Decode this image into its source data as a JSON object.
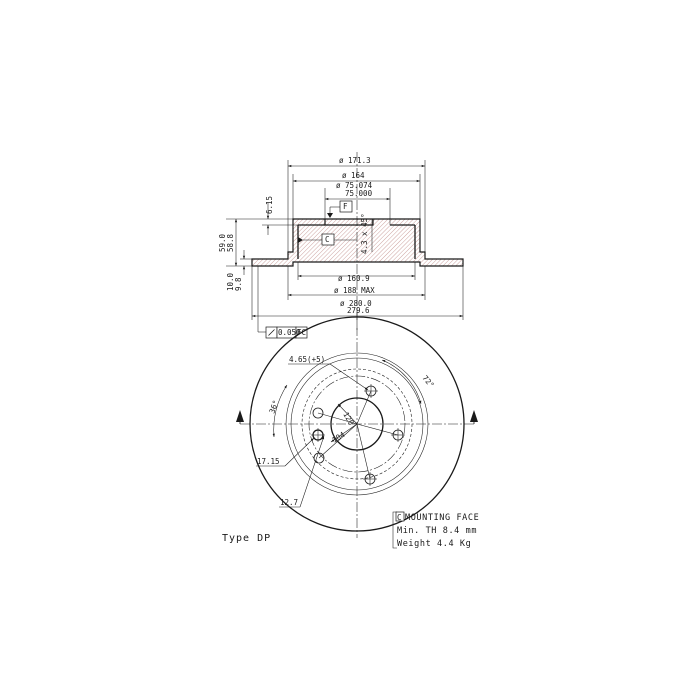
{
  "section_view": {
    "dims": {
      "d_171_3": "ø 171.3",
      "d_164": "ø 164",
      "d_75_074": "ø  75.074",
      "d_75_000": "75.000",
      "d_160_9": "ø 160.9",
      "d_188_max": "ø 188 MAX",
      "d_280_0": "ø 280.0",
      "d_279_6": "279.6",
      "h_59_0": "59.0",
      "h_58_8": "58.8",
      "h_10_0": "10.0",
      "h_9_8": "9.8",
      "h_6_15": "6.15",
      "chamfer": "4.3 x 45°"
    },
    "datum_f": "F",
    "datum_c": "C",
    "runout_tolerance": "0.050",
    "runout_datum": "FC"
  },
  "front_view": {
    "dims": {
      "hole_pos": "4.65(+5)",
      "angle_72": "72°",
      "angle_36": "36°",
      "pcd_120": "120",
      "hub_104": "104",
      "d_17_15": "17.15",
      "d_12_7": "12.7"
    }
  },
  "notes": {
    "mounting_marker": "C",
    "mounting_face": "MOUNTING FACE",
    "min_th": "Min. TH 8.4 mm",
    "weight": "Weight  4.4 Kg"
  },
  "type_label": "Type DP"
}
